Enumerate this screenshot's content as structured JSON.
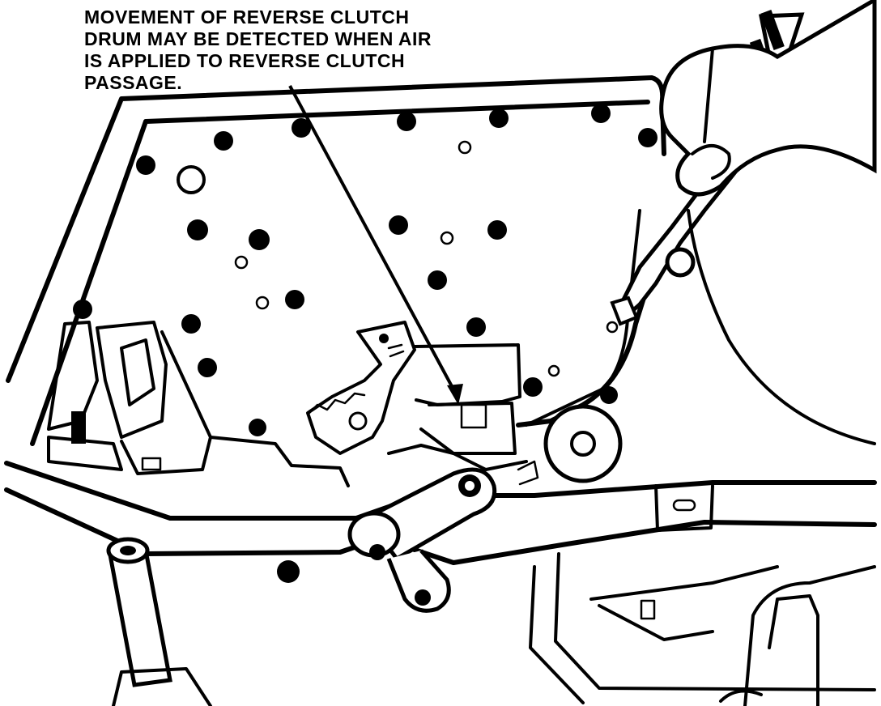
{
  "figure": {
    "callout_lines": [
      "MOVEMENT OF REVERSE CLUTCH",
      "DRUM MAY BE DETECTED WHEN AIR",
      "IS APPLIED TO REVERSE CLUTCH",
      "PASSAGE."
    ]
  },
  "colors": {
    "ink": "#000000",
    "paper": "#ffffff"
  },
  "icons": {
    "bolt": "bolt-head-icon",
    "port": "fluid-port-icon"
  }
}
